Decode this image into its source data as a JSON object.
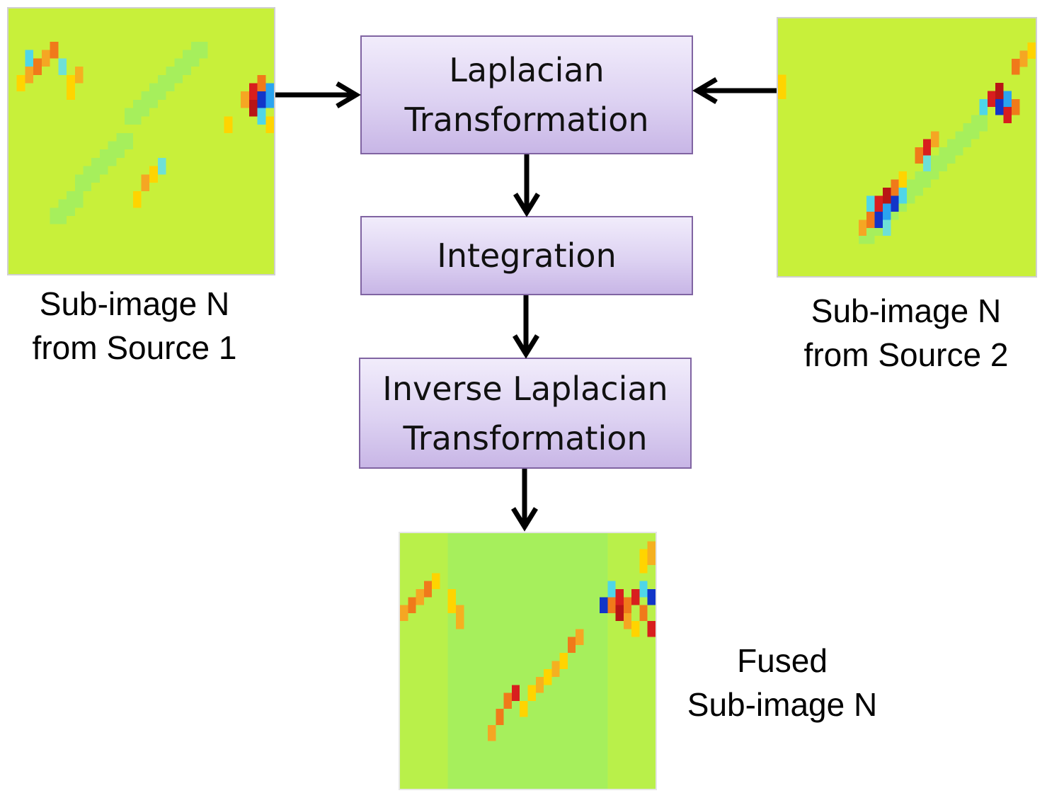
{
  "diagram": {
    "boxes": {
      "laplacian": {
        "lines": [
          "Laplacian",
          "Transformation"
        ]
      },
      "integration": {
        "lines": [
          "Integration"
        ]
      },
      "inverse": {
        "lines": [
          "Inverse Laplacian",
          "Transformation"
        ]
      }
    },
    "captions": {
      "source1": {
        "line1": "Sub-image N",
        "line2": "from Source 1"
      },
      "source2": {
        "line1": "Sub-image N",
        "line2": "from Source 2"
      },
      "fused": {
        "line1": "Fused",
        "line2": "Sub-image N"
      }
    },
    "colors": {
      "box_border": "#8064a2",
      "box_fill_top": "#f1ecfb",
      "box_fill_bottom": "#c8b6e6",
      "arrow": "#000000",
      "heatmap_background": "#c8f03a"
    }
  }
}
